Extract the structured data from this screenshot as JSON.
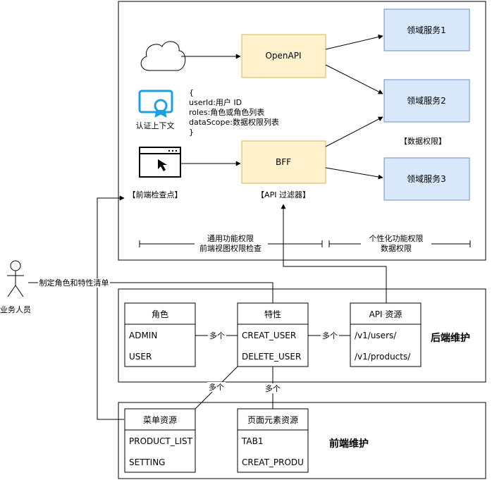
{
  "domains": {
    "d1": "领域服务1",
    "d2": "领域服务2",
    "d3": "领域服务3"
  },
  "gateways": {
    "openapi": "OpenAPI",
    "bff": "BFF"
  },
  "auth": {
    "label": "认证上下文",
    "context_lines": [
      "{",
      "userId:用户 ID",
      "roles:角色或角色列表",
      "dataScope:数据权限列表",
      "}"
    ]
  },
  "labels": {
    "data_permission": "【数据权限】",
    "frontend_checkpoint": "【前端检查点】",
    "api_filter": "【API 过滤器】",
    "general_perm_1": "通用功能权限",
    "general_perm_2": "前端视图权限检查",
    "personal_perm_1": "个性化功能权限",
    "personal_perm_2": "数据权限",
    "actor": "业务人员",
    "actor_edge": "制定角色和特性清单",
    "many": "多个",
    "backend_maint": "后端维护",
    "frontend_maint": "前端维护"
  },
  "tables": {
    "role": {
      "title": "角色",
      "rows": [
        "ADMIN",
        "USER"
      ]
    },
    "feature": {
      "title": "特性",
      "rows": [
        "CREAT_USER",
        "DELETE_USER"
      ]
    },
    "api": {
      "title": "API 资源",
      "rows": [
        "/v1/users/",
        "/v1/products/"
      ]
    },
    "menu": {
      "title": "菜单资源",
      "rows": [
        "PRODUCT_LIST",
        "SETTING"
      ]
    },
    "page": {
      "title": "页面元素资源",
      "rows": [
        "TAB1",
        "CREAT_PRODU"
      ]
    }
  },
  "colors": {
    "domain_fill": "#dae8fc",
    "domain_stroke": "#6c8ebf",
    "gateway_fill": "#fff2cc",
    "gateway_stroke": "#d6b656",
    "icon_blue": "#1ba1e2"
  }
}
